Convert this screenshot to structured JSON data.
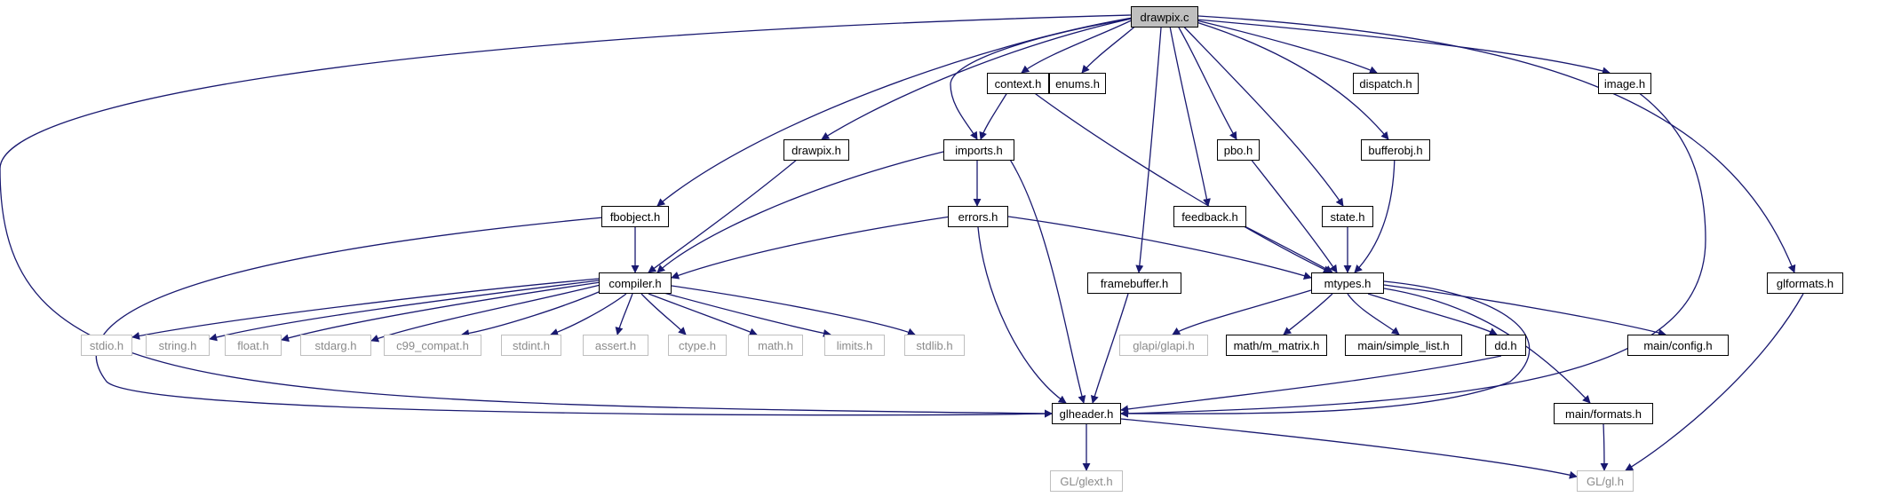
{
  "colors": {
    "edge": "#191970",
    "root_fill": "#bfbfbf",
    "node_border": "#000000",
    "external_border": "#bfbfbf"
  },
  "nodes": {
    "drawpix_c": "drawpix.c",
    "context_h": "context.h",
    "enums_h": "enums.h",
    "dispatch_h": "dispatch.h",
    "image_h": "image.h",
    "drawpix_h": "drawpix.h",
    "imports_h": "imports.h",
    "pbo_h": "pbo.h",
    "bufferobj_h": "bufferobj.h",
    "fbobject_h": "fbobject.h",
    "errors_h": "errors.h",
    "feedback_h": "feedback.h",
    "state_h": "state.h",
    "compiler_h": "compiler.h",
    "framebuffer_h": "framebuffer.h",
    "mtypes_h": "mtypes.h",
    "glformats_h": "glformats.h",
    "stdio_h": "stdio.h",
    "string_h": "string.h",
    "float_h": "float.h",
    "stdarg_h": "stdarg.h",
    "c99_compat_h": "c99_compat.h",
    "stdint_h": "stdint.h",
    "assert_h": "assert.h",
    "ctype_h": "ctype.h",
    "math_h": "math.h",
    "limits_h": "limits.h",
    "stdlib_h": "stdlib.h",
    "glapi_h": "glapi/glapi.h",
    "m_matrix_h": "math/m_matrix.h",
    "simple_list_h": "main/simple_list.h",
    "dd_h": "dd.h",
    "config_h": "main/config.h",
    "glheader_h": "glheader.h",
    "main_formats_h": "main/formats.h",
    "glext_h": "GL/glext.h",
    "gl_h": "GL/gl.h"
  }
}
